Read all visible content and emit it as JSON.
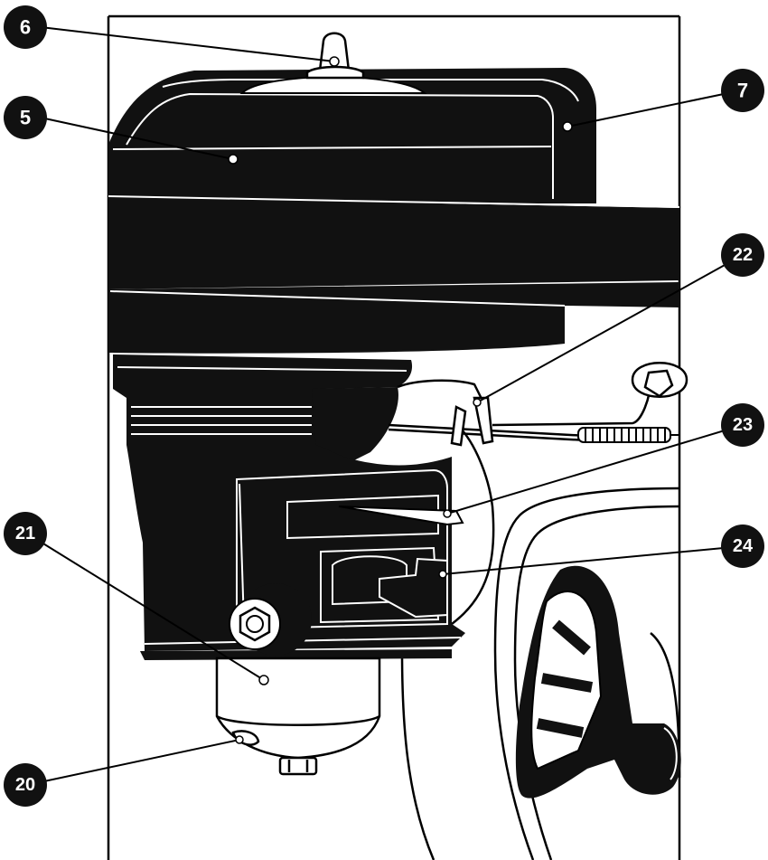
{
  "diagram": {
    "colors": {
      "engine": "#111111",
      "highlight": "#ffffff",
      "outline": "#000000",
      "background": "#ffffff",
      "callout_fill": "#111111",
      "callout_text": "#ffffff"
    },
    "callouts": [
      {
        "id": "c6",
        "number": "6"
      },
      {
        "id": "c5",
        "number": "5"
      },
      {
        "id": "c7",
        "number": "7"
      },
      {
        "id": "c22",
        "number": "22"
      },
      {
        "id": "c23",
        "number": "23"
      },
      {
        "id": "c24",
        "number": "24"
      },
      {
        "id": "c21",
        "number": "21"
      },
      {
        "id": "c20",
        "number": "20"
      }
    ]
  }
}
